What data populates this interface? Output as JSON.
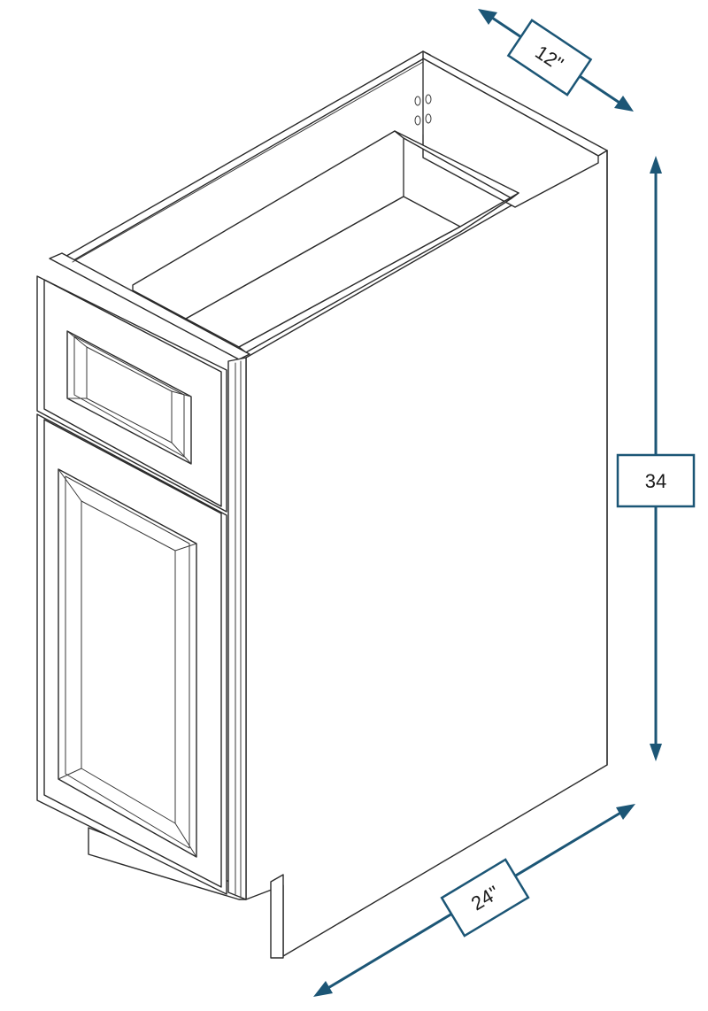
{
  "dimensions": {
    "width_label": "12\"",
    "height_label": "34",
    "depth_label": "24\""
  },
  "colors": {
    "dimension_accent": "#1c5676",
    "line_art": "#2a2a2a",
    "background": "#ffffff"
  }
}
